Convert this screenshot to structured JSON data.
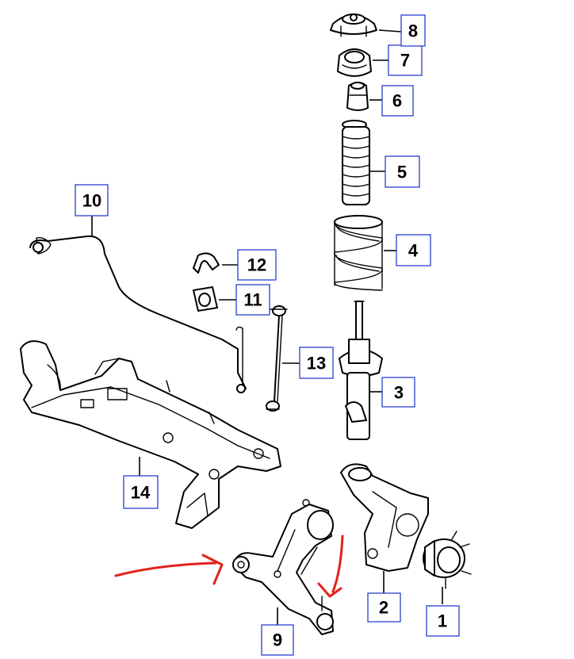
{
  "colors": {
    "line": "#000000",
    "callout_border": "#2a3fd0",
    "annotation": "#e2231a",
    "background": "#ffffff"
  },
  "callouts": {
    "c1": "1",
    "c2": "2",
    "c3": "3",
    "c4": "4",
    "c5": "5",
    "c6": "6",
    "c7": "7",
    "c8": "8",
    "c9": "9",
    "c10": "10",
    "c11": "11",
    "c12": "12",
    "c13": "13",
    "c14": "14"
  },
  "annotations": [
    {
      "name": "red-arrow-left",
      "points_to": "9"
    },
    {
      "name": "red-arrow-right",
      "points_to": "9"
    }
  ]
}
